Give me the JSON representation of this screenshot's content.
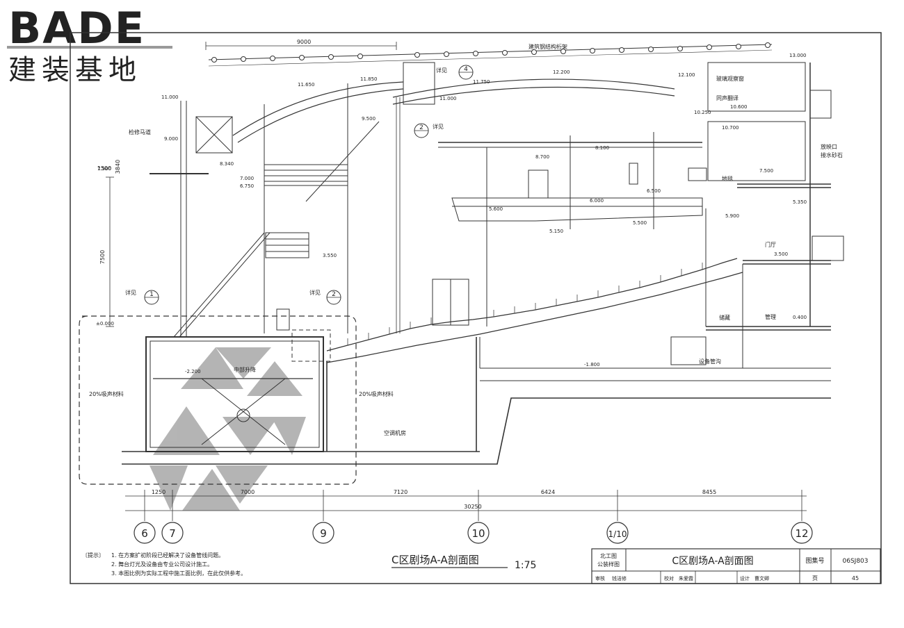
{
  "logo": {
    "brand": "BADE",
    "tagline": "建装基地"
  },
  "sheet": {
    "title": "C区剧场A-A剖面图",
    "scale": "1:75",
    "notes": {
      "heading": "〔提示〕",
      "items": [
        "1. 在方案扩初阶段已经解决了设备管线问题。",
        "2. 舞台灯光及设备由专业公司设计施工。",
        "3. 本图比例为实际工程中施工面比例，在此仅供参考。"
      ]
    },
    "title_block": {
      "org_line1": "北工图",
      "org_line2": "公装样图",
      "drawing_title": "C区剧场A-A剖面图",
      "set_label": "图集号",
      "set_no": "06SJ803",
      "review_label": "审核",
      "reviewer": "钱洁修",
      "check_label": "校对",
      "checker": "朱爱霞",
      "design_label": "设计",
      "designer": "曹文卿",
      "page_label": "页",
      "page_no": "45"
    }
  },
  "labels": {
    "truss": "建筑钢结构桁架",
    "catwalk": "检修马道",
    "detail_ref": "详见",
    "glass_room": "玻璃观察窗",
    "sound_room": "同声翻译",
    "projection": "放映口",
    "water": "接水砂石",
    "lobby": "门厅",
    "storage": "储藏",
    "management": "管理",
    "equipment_trench": "设备管沟",
    "ac_room": "空调机房",
    "absorb_left": "20%吸声材料",
    "absorb_right": "20%吸声材料",
    "stage_lift": "中部升降",
    "ground_mark": "地毯"
  },
  "details": {
    "d1": "1",
    "d2": "2",
    "d4": "4"
  },
  "elevations": {
    "e13000": "13.000",
    "e12200": "12.200",
    "e12100": "12.100",
    "e11850": "11.850",
    "e11750": "11.750",
    "e11650": "11.650",
    "e11000a": "11.000",
    "e11000b": "11.000",
    "e10600": "10.600",
    "e10700": "10.700",
    "e10250": "10.250",
    "e9500": "9.500",
    "e9000": "9.000",
    "e8700": "8.700",
    "e8340": "8.340",
    "e8100": "8.100",
    "e7500a": "7.500",
    "e7500b": "7.500",
    "e7000": "7.000",
    "e6750": "6.750",
    "e6500": "6.500",
    "e6000": "6.000",
    "e5600": "5.600",
    "e5500": "5.500",
    "e5150": "5.150",
    "e5900": "5.900",
    "e5350": "5.350",
    "e3550": "3.550",
    "e3500": "3.500",
    "e0400": "0.400",
    "e0000": "±0.000",
    "em1800": "-1.800",
    "em2200": "-2.200"
  },
  "dimensions": {
    "top": "9000",
    "left_7500": "7500",
    "left_3840": "3840",
    "left_1500": "1500",
    "b1": "1250",
    "b2": "7000",
    "b3": "7120",
    "b4": "6424",
    "b5": "8455",
    "total": "30250"
  },
  "axes": [
    "6",
    "7",
    "9",
    "10",
    "1/10",
    "12"
  ]
}
